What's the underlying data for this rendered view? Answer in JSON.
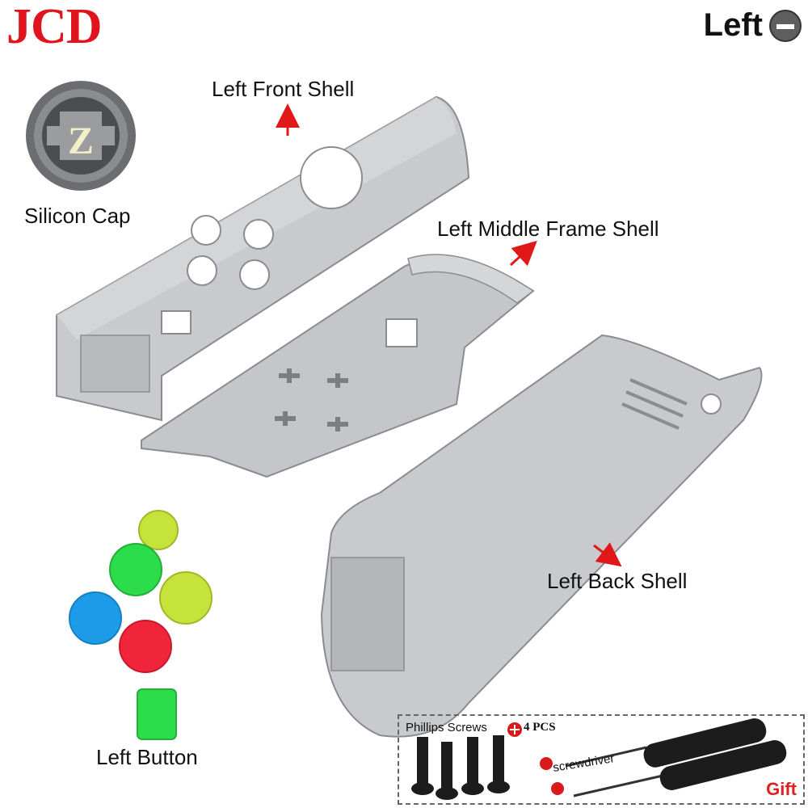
{
  "brand": "JCD",
  "side_label": "Left",
  "labels": {
    "front_shell": "Left Front Shell",
    "silicon_cap": "Silicon Cap",
    "middle_frame": "Left Middle Frame Shell",
    "back_shell": "Left Back Shell",
    "left_button": "Left Button"
  },
  "gift_box": {
    "screws": "Phillips Screws",
    "pcs": "4 PCS",
    "screwdriver": "screwdriver",
    "gift": "Gift"
  },
  "cap_letter": "Z",
  "colors": {
    "brand_red": "#e0141c",
    "arrow_red": "#e01818",
    "shell_gray": "#c8cacd",
    "button_yellow_green": "#c5e33a",
    "button_green": "#2ddc4a",
    "button_blue": "#1e9be8",
    "button_red": "#f0253a"
  }
}
